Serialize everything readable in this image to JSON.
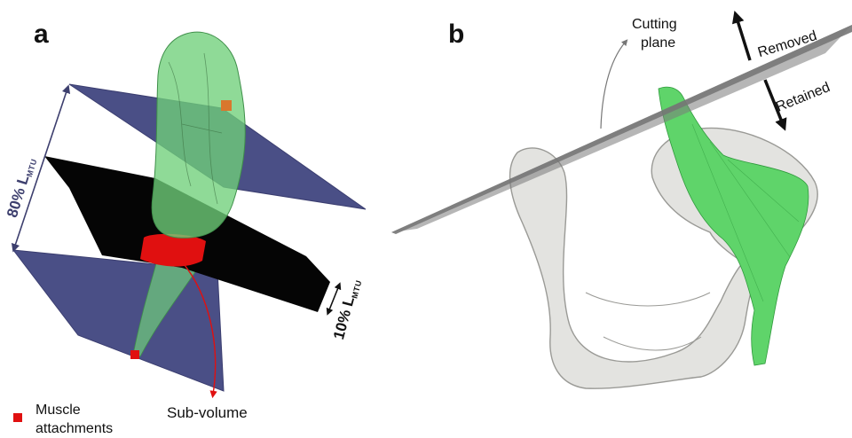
{
  "panel_a": {
    "letter": "a",
    "dimension_80_value": "80% L",
    "dimension_80_sub": "MTU",
    "dimension_10_value": "10% L",
    "dimension_10_sub": "MTU",
    "sub_volume_label": "Sub-volume",
    "legend_line1": "Muscle",
    "legend_line2": "attachments"
  },
  "panel_b": {
    "letter": "b",
    "cutting_plane_line1": "Cutting",
    "cutting_plane_line2": "plane",
    "removed_label": "Removed",
    "retained_label": "Retained"
  },
  "colors": {
    "plane_blue": "#4a4f86",
    "muscle_green": "#5fd46a",
    "attachment_red": "#e01010",
    "bone_grey": "#d9d9d6",
    "cutting_plane_grey": "#6e6e6e"
  }
}
